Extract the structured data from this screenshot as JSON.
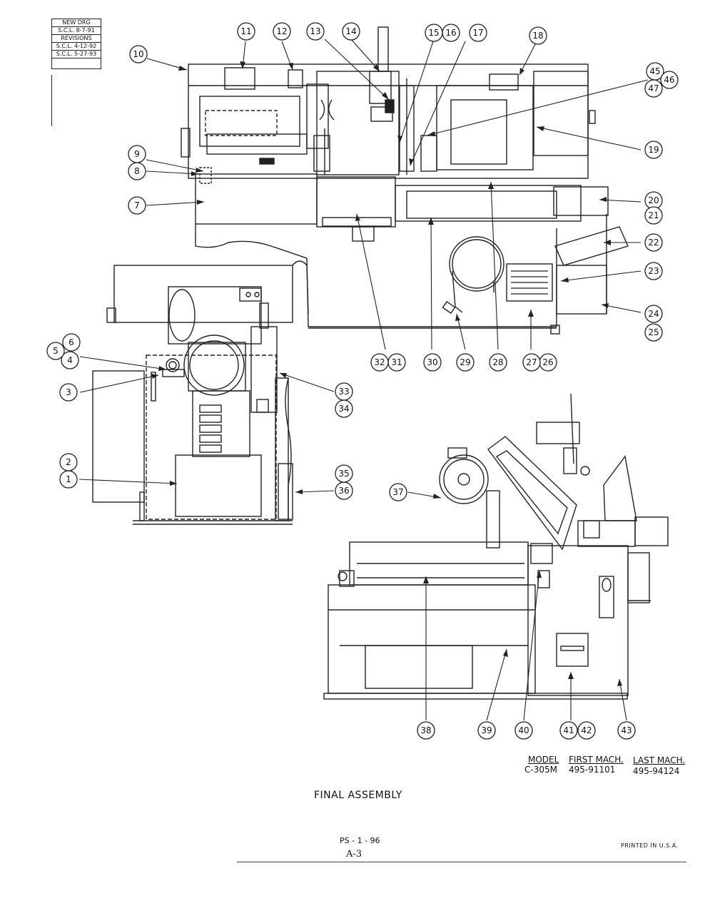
{
  "revision_block": {
    "new_drg_label": "NEW DRG",
    "new_drg_date": "S.C.L. 8-7-91",
    "revisions_label": "REVISIONS",
    "revision_1": "S.C.L. 4-12-92",
    "revision_2": "S.C.L. 5-27-93"
  },
  "callouts": [
    "1",
    "2",
    "3",
    "4",
    "5",
    "6",
    "7",
    "8",
    "9",
    "10",
    "11",
    "12",
    "13",
    "14",
    "15",
    "16",
    "17",
    "18",
    "19",
    "20",
    "21",
    "22",
    "23",
    "24",
    "25",
    "26",
    "27",
    "28",
    "29",
    "30",
    "31",
    "32",
    "33",
    "34",
    "35",
    "36",
    "37",
    "38",
    "39",
    "40",
    "41",
    "42",
    "43",
    "45",
    "46",
    "47"
  ],
  "model_table": {
    "model_header": "MODEL",
    "first_header": "FIRST MACH.",
    "last_header": "LAST MACH.",
    "model": "C-305M",
    "first": "495-91101",
    "last": "495-94124"
  },
  "title": "FINAL ASSEMBLY",
  "page_number": "PS - 1 - 96",
  "page_code": "A-3",
  "printed": "PRINTED IN U.S.A."
}
